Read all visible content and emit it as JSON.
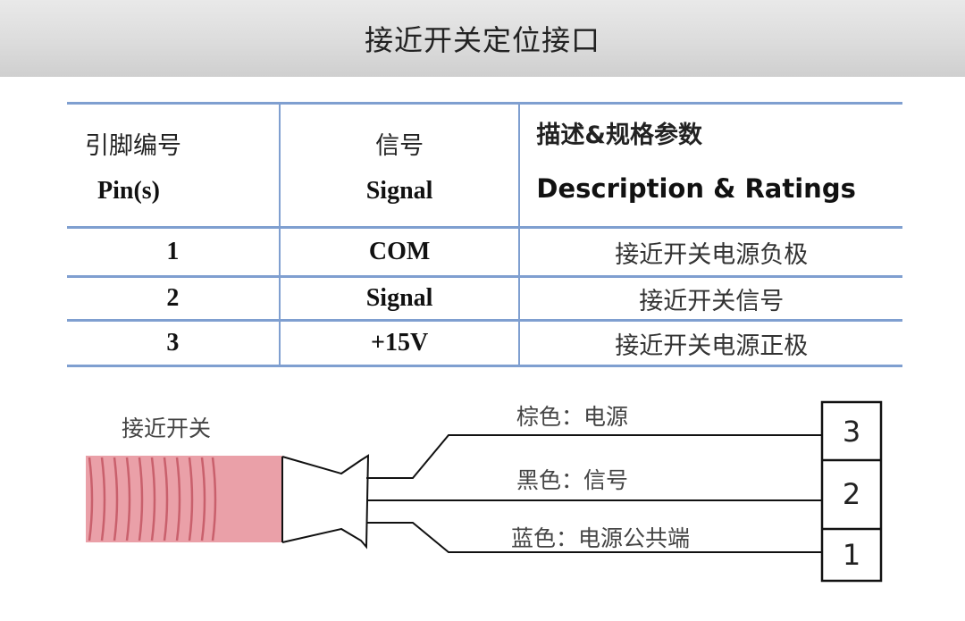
{
  "title": "接近开关定位接口",
  "table": {
    "headers": {
      "pin_cn": "引脚编号",
      "pin_en": "Pin(s)",
      "signal_cn": "信号",
      "signal_en": "Signal",
      "desc_cn": "描述&规格参数",
      "desc_en": "Description & Ratings"
    },
    "rows": [
      {
        "pin": "1",
        "signal": "COM",
        "desc": "接近开关电源负极"
      },
      {
        "pin": "2",
        "signal": "Signal",
        "desc": "接近开关信号"
      },
      {
        "pin": "3",
        "signal": "+15V",
        "desc": "接近开关电源正极"
      }
    ]
  },
  "diagram": {
    "sensor_label": "接近开关",
    "wires": [
      {
        "label": "棕色：电源",
        "terminal": "3"
      },
      {
        "label": "黑色：信号",
        "terminal": "2"
      },
      {
        "label": "蓝色：电源公共端",
        "terminal": "1"
      }
    ]
  },
  "colors": {
    "table_line": "#7f9fd0",
    "sensor_body": "#eaa0a8",
    "sensor_stripe": "#c9606c"
  }
}
